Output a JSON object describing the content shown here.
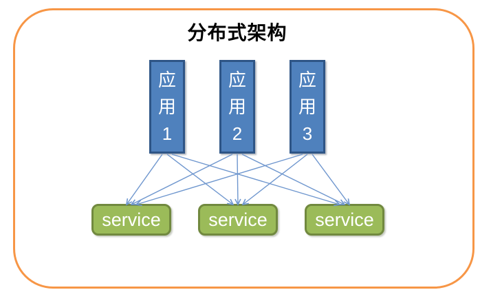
{
  "diagram": {
    "title": "分布式架构",
    "apps": [
      {
        "id": "app-1",
        "chars": [
          "应",
          "用",
          "1"
        ]
      },
      {
        "id": "app-2",
        "chars": [
          "应",
          "用",
          "2"
        ]
      },
      {
        "id": "app-3",
        "chars": [
          "应",
          "用",
          "3"
        ]
      }
    ],
    "services": [
      {
        "id": "service-1",
        "label": "service"
      },
      {
        "id": "service-2",
        "label": "service"
      },
      {
        "id": "service-3",
        "label": "service"
      }
    ],
    "edges": [
      {
        "from": "app-1",
        "to": "service-1"
      },
      {
        "from": "app-1",
        "to": "service-2"
      },
      {
        "from": "app-1",
        "to": "service-3"
      },
      {
        "from": "app-2",
        "to": "service-1"
      },
      {
        "from": "app-2",
        "to": "service-2"
      },
      {
        "from": "app-2",
        "to": "service-3"
      },
      {
        "from": "app-3",
        "to": "service-1"
      },
      {
        "from": "app-3",
        "to": "service-2"
      },
      {
        "from": "app-3",
        "to": "service-3"
      }
    ],
    "colors": {
      "frame_border": "#F79646",
      "app_fill": "#4F81BD",
      "app_border": "#2E5586",
      "service_fill": "#9BBB59",
      "service_border": "#71893F",
      "arrow": "#6E96CE",
      "title_text": "#000000",
      "node_text": "#FFFFFF"
    }
  }
}
